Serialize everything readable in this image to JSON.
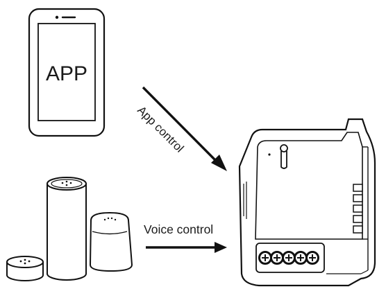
{
  "phone": {
    "screen_text": "APP"
  },
  "arrows": {
    "app": {
      "label": "App control"
    },
    "voice": {
      "label": "Voice control"
    }
  },
  "devices": [
    "smartphone",
    "smart-speakers",
    "smart-switch-module"
  ]
}
